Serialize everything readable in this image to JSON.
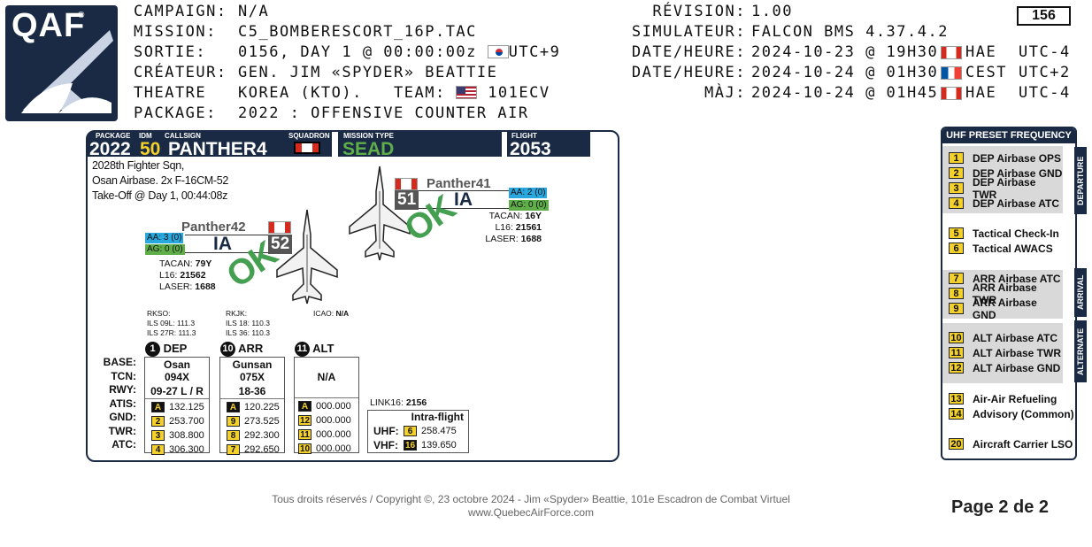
{
  "logo": {
    "text": "QAF",
    "mark": "®"
  },
  "header_left": [
    {
      "label": "CAMPAIGN:",
      "value": "N/A"
    },
    {
      "label": "MISSION:",
      "value": "C5_BOMBERESCORT_16P.TAC"
    },
    {
      "label": "SORTIE:",
      "value": "0156, DAY 1 @ 00:00:00z",
      "flag": "south-korea-flag",
      "suffix": "UTC+9"
    },
    {
      "label": "CRÉATEUR:",
      "value": "GEN. JIM «SPYDER» BEATTIE"
    },
    {
      "label": "THEATRE",
      "value": "KOREA (KTO).",
      "team_label": "TEAM:",
      "team_flag": "usa-flag",
      "team_value": "101ECV"
    },
    {
      "label": "PACKAGE:",
      "value": "2022 : OFFENSIVE COUNTER AIR"
    }
  ],
  "header_right": [
    {
      "label": "RÉVISION:",
      "value": "1.00"
    },
    {
      "label": "SIMULATEUR:",
      "value": "FALCON BMS 4.37.4.2"
    },
    {
      "label": "DATE/HEURE:",
      "value": "2024-10-23 @ 19H30",
      "flag": "canada-flag",
      "tz": "HAE",
      "utc": "UTC-4"
    },
    {
      "label": "DATE/HEURE:",
      "value": "2024-10-24 @ 01H30",
      "flag": "france-flag",
      "tz": "CEST",
      "utc": "UTC+2"
    },
    {
      "label": "MÀJ:",
      "value": "2024-10-24 @ 01H45",
      "flag": "canada-flag",
      "tz": "HAE",
      "utc": "UTC-4"
    }
  ],
  "page_number": "156",
  "flight": {
    "package_label": "PACKAGE",
    "package": "2022",
    "idm_label": "IDM",
    "idm": "50",
    "callsign_label": "CALLSIGN",
    "callsign": "PANTHER4",
    "squadron_label": "SQUADRON",
    "mission_type_label": "MISSION TYPE",
    "mission_type": "SEAD",
    "flight_label": "FLIGHT",
    "flight_no": "2053",
    "desc": [
      "2028th Fighter Sqn,",
      "Osan Airbase. 2x F-16CM-52",
      "Take-Off @ Day 1, 00:44:08z"
    ]
  },
  "aircraft": [
    {
      "name": "Panther41",
      "num": "51",
      "role": "IA",
      "aa": "AA: 2 (0)",
      "ag": "AG: 0 (0)",
      "ok": "OK",
      "tacan_label": "TACAN:",
      "tacan": "16Y",
      "l16_label": "L16:",
      "l16": "21561",
      "laser_label": "LASER:",
      "laser": "1688"
    },
    {
      "name": "Panther42",
      "num": "52",
      "role": "IA",
      "aa": "AA: 3 (0)",
      "ag": "AG: 0 (0)",
      "ok": "OK",
      "tacan_label": "TACAN:",
      "tacan": "79Y",
      "l16_label": "L16:",
      "l16": "21562",
      "laser_label": "LASER:",
      "laser": "1688"
    }
  ],
  "ils": [
    {
      "code": "RKSO:",
      "lines": [
        {
          "rwy": "ILS 09L:",
          "freq": "111.3"
        },
        {
          "rwy": "ILS 27R:",
          "freq": "111.3"
        }
      ]
    },
    {
      "code": "RKJK:",
      "lines": [
        {
          "rwy": "ILS 18:",
          "freq": "110.3"
        },
        {
          "rwy": "ILS 36:",
          "freq": "110.3"
        }
      ]
    }
  ],
  "icao": {
    "label": "ICAO:",
    "value": "N/A"
  },
  "rows_labels": [
    "BASE:",
    "TCN:",
    "RWY:",
    "ATIS:",
    "GND:",
    "TWR:",
    "ATC:"
  ],
  "dep": {
    "num": "1",
    "title": "DEP",
    "base": "Osan",
    "tcn": "094X",
    "rwy": "09-27 L / R",
    "freqs": [
      {
        "ch": "A",
        "f": "132.125"
      },
      {
        "ch": "2",
        "f": "253.700"
      },
      {
        "ch": "3",
        "f": "308.800"
      },
      {
        "ch": "4",
        "f": "306.300"
      }
    ]
  },
  "arr": {
    "num": "10",
    "title": "ARR",
    "base": "Gunsan",
    "tcn": "075X",
    "rwy": "18-36",
    "freqs": [
      {
        "ch": "A",
        "f": "120.225"
      },
      {
        "ch": "9",
        "f": "273.525"
      },
      {
        "ch": "8",
        "f": "292.300"
      },
      {
        "ch": "7",
        "f": "292.650"
      }
    ]
  },
  "alt": {
    "num": "11",
    "title": "ALT",
    "base": "N/A",
    "freqs": [
      {
        "ch": "A",
        "f": "000.000"
      },
      {
        "ch": "12",
        "f": "000.000"
      },
      {
        "ch": "11",
        "f": "000.000"
      },
      {
        "ch": "10",
        "f": "000.000"
      }
    ]
  },
  "link16": {
    "label": "LINK16:",
    "value": "2156"
  },
  "intra": {
    "title": "Intra-flight",
    "uhf_label": "UHF:",
    "uhf_ch": "6",
    "uhf": "258.475",
    "vhf_label": "VHF:",
    "vhf_ch": "16",
    "vhf": "139.650"
  },
  "uhf_presets": {
    "title": "UHF PRESET FREQUENCY",
    "departure": [
      {
        "ch": "1",
        "name": "DEP Airbase OPS"
      },
      {
        "ch": "2",
        "name": "DEP Airbase GND"
      },
      {
        "ch": "3",
        "name": "DEP Airbase TWR"
      },
      {
        "ch": "4",
        "name": "DEP Airbase ATC"
      }
    ],
    "tactical": [
      {
        "ch": "5",
        "name": "Tactical Check-In"
      },
      {
        "ch": "6",
        "name": "Tactical AWACS"
      }
    ],
    "arrival": [
      {
        "ch": "7",
        "name": "ARR Airbase ATC"
      },
      {
        "ch": "8",
        "name": "ARR Airbase TWR"
      },
      {
        "ch": "9",
        "name": "ARR Airbase GND"
      }
    ],
    "alternate": [
      {
        "ch": "10",
        "name": "ALT Airbase ATC"
      },
      {
        "ch": "11",
        "name": "ALT Airbase TWR"
      },
      {
        "ch": "12",
        "name": "ALT Airbase GND"
      }
    ],
    "misc": [
      {
        "ch": "13",
        "name": "Air-Air Refueling"
      },
      {
        "ch": "14",
        "name": "Advisory (Common)"
      }
    ],
    "carrier": [
      {
        "ch": "20",
        "name": "Aircraft Carrier LSO"
      }
    ],
    "side_departure": "DEPARTURE",
    "side_arrival": "ARRIVAL",
    "side_alternate": "ALTERNATE"
  },
  "footer": {
    "copyright": "Tous droits réservés / Copyright ©, 23 octobre 2024 - Jim «Spyder» Beattie, 101e Escadron de Combat Virtuel",
    "url": "www.QuebecAirForce.com",
    "page": "Page 2 de 2"
  },
  "colors": {
    "navy": "#1a2a44",
    "yellow": "#f4d12a",
    "aa_blue": "#29a8e0",
    "ag_green": "#5fae4a",
    "ok_green": "#3a9a48"
  }
}
